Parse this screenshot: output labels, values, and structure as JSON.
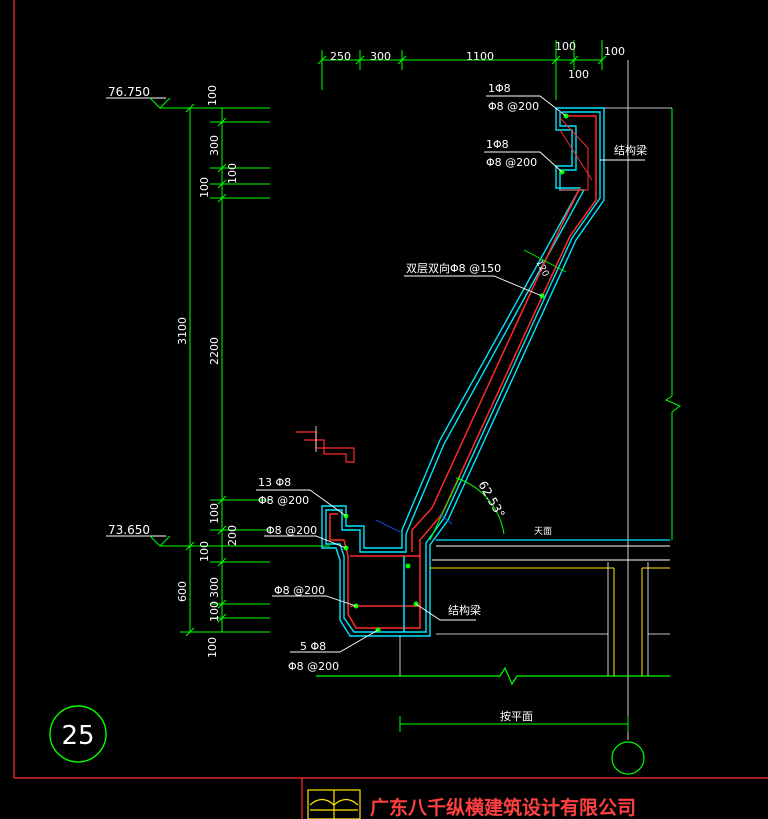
{
  "drawing": {
    "top_dims": [
      "250",
      "300",
      "1100",
      "100",
      "100",
      "100"
    ],
    "elevations": {
      "top": "76.750",
      "bottom": "73.650"
    },
    "left_dims_outer": [
      "3100",
      "600"
    ],
    "left_dims_inner": [
      "100",
      "300",
      "100",
      "100",
      "2200",
      "100",
      "200",
      "100",
      "300",
      "100",
      "100"
    ],
    "rebar_labels": {
      "top1_a": "1Φ8",
      "top1_b": "Φ8 @200",
      "top2_a": "1Φ8",
      "top2_b": "Φ8 @200",
      "structural_beam_1": "结构梁",
      "double_layer": "双层双向Φ8 @150",
      "thickness": "120",
      "bottom1_a": "13 Φ8",
      "bottom1_b": "Φ8 @200",
      "bottom2": "Φ8 @200",
      "bottom3": "Φ8 @200",
      "bottom4_a": "5 Φ8",
      "bottom4_b": "Φ8 @200",
      "structural_beam_2": "结构梁",
      "roof": "天面",
      "angle": "62.53°",
      "floor_level": "按平面"
    },
    "detail_number": "25",
    "company": "广东八千纵横建筑设计有限公司"
  }
}
